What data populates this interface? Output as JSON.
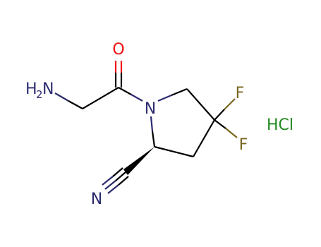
{
  "molecule": {
    "atoms": {
      "amine": {
        "text": "H",
        "subscript": "2",
        "suffix": "N",
        "color": "#2b2b6f"
      },
      "oxygen": {
        "text": "O",
        "color": "#ee1111"
      },
      "ring_nitrogen": {
        "text": "N",
        "color": "#2b2b6f"
      },
      "fluorine_top": {
        "text": "F",
        "color": "#7a6720"
      },
      "fluorine_bottom": {
        "text": "F",
        "color": "#7a6720"
      },
      "nitrile_nitrogen": {
        "text": "N",
        "color": "#2b2b6f"
      }
    },
    "counterion": {
      "text": "HCl",
      "color": "#1f8a1f"
    },
    "colors": {
      "carbon_bond": "#000000",
      "nitrogen": "#2b2b6f",
      "oxygen": "#ee1111",
      "fluorine": "#7a6720"
    }
  }
}
